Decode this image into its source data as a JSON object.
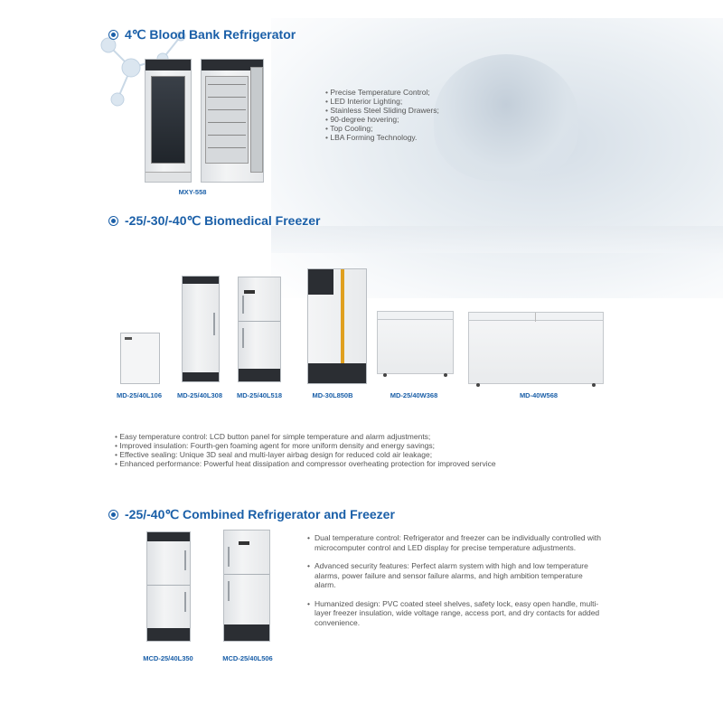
{
  "sections": {
    "refrigerator": {
      "title": "4℃ Blood Bank Refrigerator",
      "model": "MXY-558",
      "features": [
        "Precise Temperature Control;",
        "LED Interior Lighting;",
        "Stainless Steel Sliding Drawers;",
        "90-degree hovering;",
        "Top Cooling;",
        "LBA Forming Technology."
      ]
    },
    "freezer": {
      "title": "-25/-30/-40℃ Biomedical Freezer",
      "models": [
        "MD-25/40L106",
        "MD-25/40L308",
        "MD-25/40L518",
        "MD-30L850B",
        "MD-25/40W368",
        "MD-40W568"
      ],
      "features": [
        "Easy temperature control: LCD button panel for simple temperature and alarm adjustments;",
        "Improved insulation: Fourth-gen foaming agent for more uniform density and energy savings;",
        "Effective sealing: Unique 3D seal and multi-layer airbag design for reduced cold air leakage;",
        "Enhanced performance: Powerful heat dissipation and compressor overheating protection for improved service"
      ]
    },
    "combined": {
      "title": "-25/-40℃ Combined Refrigerator and Freezer",
      "models": [
        "MCD-25/40L350",
        "MCD-25/40L506"
      ],
      "features": [
        "Dual temperature control: Refrigerator and freezer can be individually controlled with microcomputer control and LED display for precise temperature adjustments.",
        "Advanced security features: Perfect alarm system with high and low temperature alarms, power failure and sensor failure alarms, and high ambition temperature alarm.",
        "Humanized design: PVC coated steel shelves, safety lock, easy open handle, multi-layer freezer insulation, wide voltage range, access port, and dry contacts for added convenience."
      ]
    }
  },
  "colors": {
    "accent": "#1a5fa8",
    "body_text": "#555555",
    "cabinet_dark": "#2b2e33"
  }
}
